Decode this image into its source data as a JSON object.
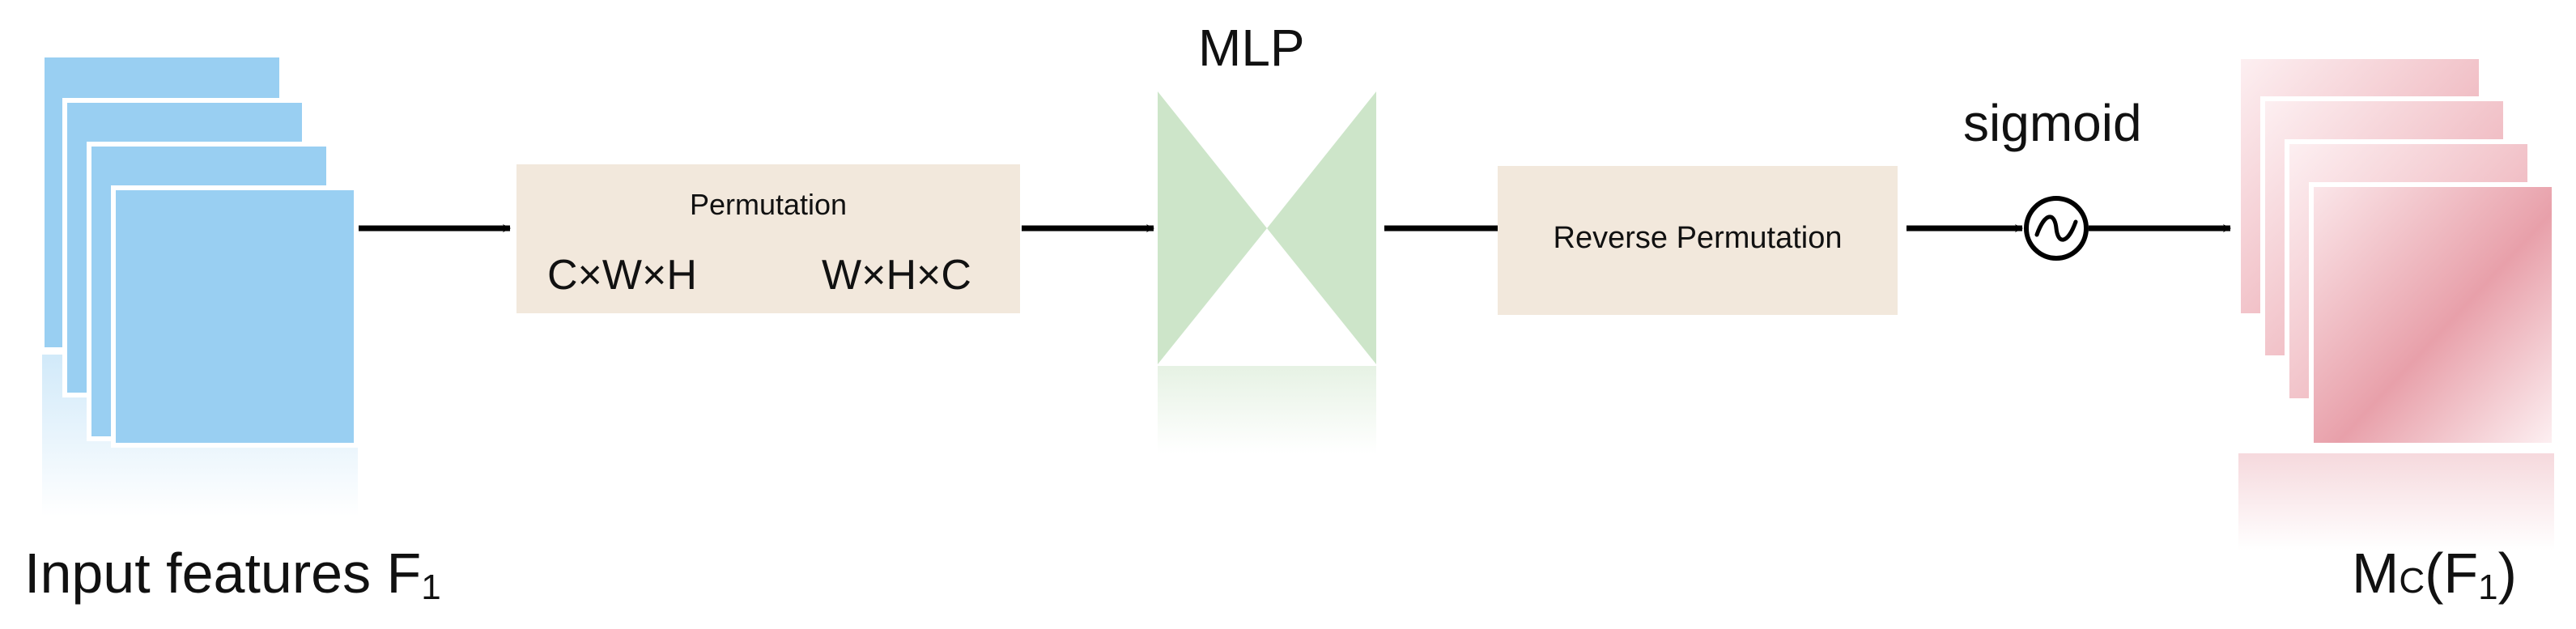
{
  "input": {
    "label": "Input features F",
    "subscript": "1"
  },
  "permutation": {
    "title": "Permutation",
    "from": "C×W×H",
    "to": "W×H×C"
  },
  "mlp": {
    "label": "MLP"
  },
  "reverse": {
    "label": "Reverse Permutation"
  },
  "activation": {
    "label": "sigmoid"
  },
  "output": {
    "label_main": "M",
    "label_sub": "C",
    "label_open": "(F",
    "label_sub2": "1",
    "label_close": ")"
  },
  "colors": {
    "input_stack": "#99cff2",
    "perm_box": "#f2e8dc",
    "mlp_shape": "#cde5c9",
    "output_stack": "#e8a0aa",
    "arrow": "#000000"
  }
}
